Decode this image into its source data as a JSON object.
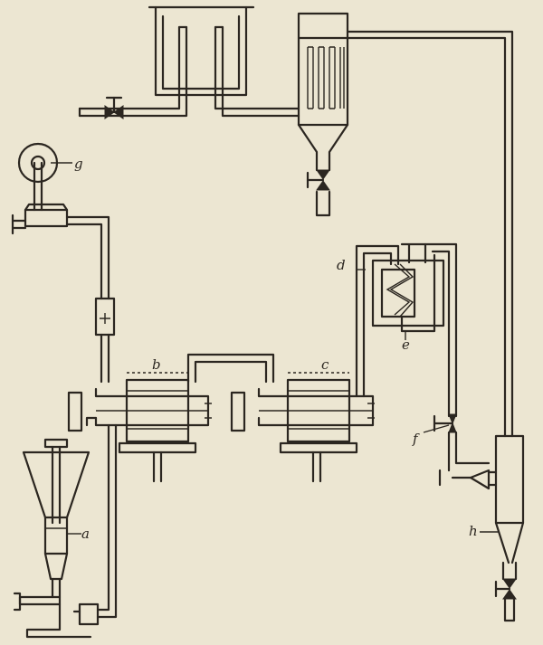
{
  "labels": {
    "a": "a",
    "b": "b",
    "c": "c",
    "d": "d",
    "e": "e",
    "f": "f",
    "g": "g",
    "h": "h"
  },
  "colors": {
    "paper": "#ece6d2",
    "ink": "#2b2620"
  }
}
